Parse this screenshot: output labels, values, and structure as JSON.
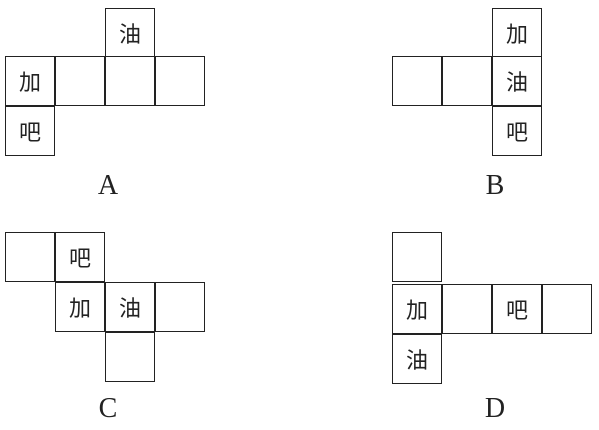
{
  "chars": {
    "you": "油",
    "jia": "加",
    "ba": "吧"
  },
  "options": [
    {
      "label": "A"
    },
    {
      "label": "B"
    },
    {
      "label": "C"
    },
    {
      "label": "D"
    }
  ]
}
